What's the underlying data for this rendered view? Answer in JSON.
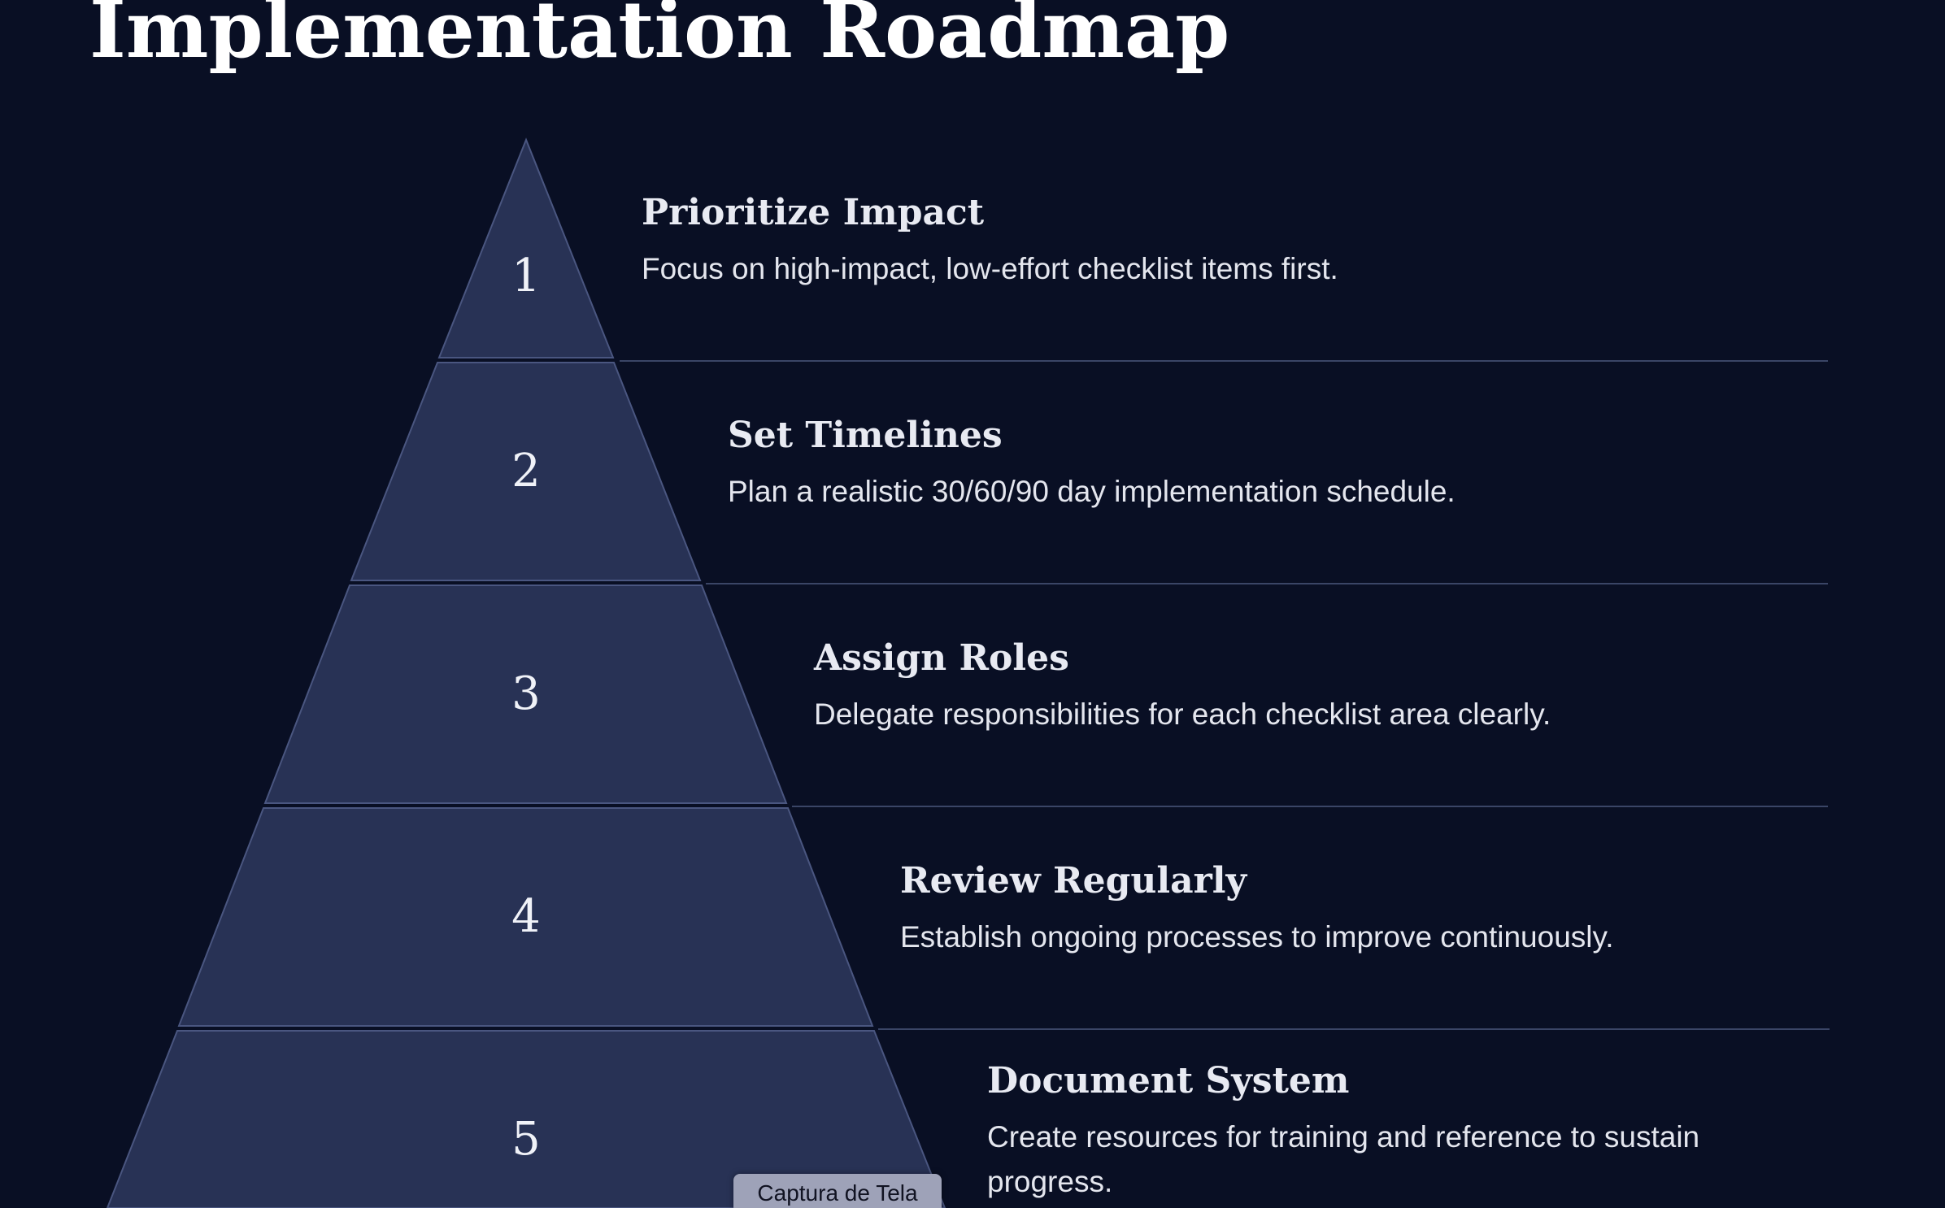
{
  "page": {
    "title": "Implementation Roadmap"
  },
  "colors": {
    "background": "#090f24",
    "segment_fill": "#283255",
    "segment_stroke": "#4a5680",
    "divider": "#3a4566"
  },
  "steps": [
    {
      "number": "1",
      "heading": "Prioritize Impact",
      "description": "Focus on high-impact, low-effort checklist items first."
    },
    {
      "number": "2",
      "heading": "Set Timelines",
      "description": "Plan a realistic 30/60/90 day implementation schedule."
    },
    {
      "number": "3",
      "heading": "Assign Roles",
      "description": "Delegate responsibilities for each checklist area clearly."
    },
    {
      "number": "4",
      "heading": "Review Regularly",
      "description": "Establish ongoing processes to improve continuously."
    },
    {
      "number": "5",
      "heading": "Document System",
      "description": "Create resources for training and reference to sustain progress."
    }
  ],
  "tooltip": {
    "label": "Captura de Tela"
  }
}
